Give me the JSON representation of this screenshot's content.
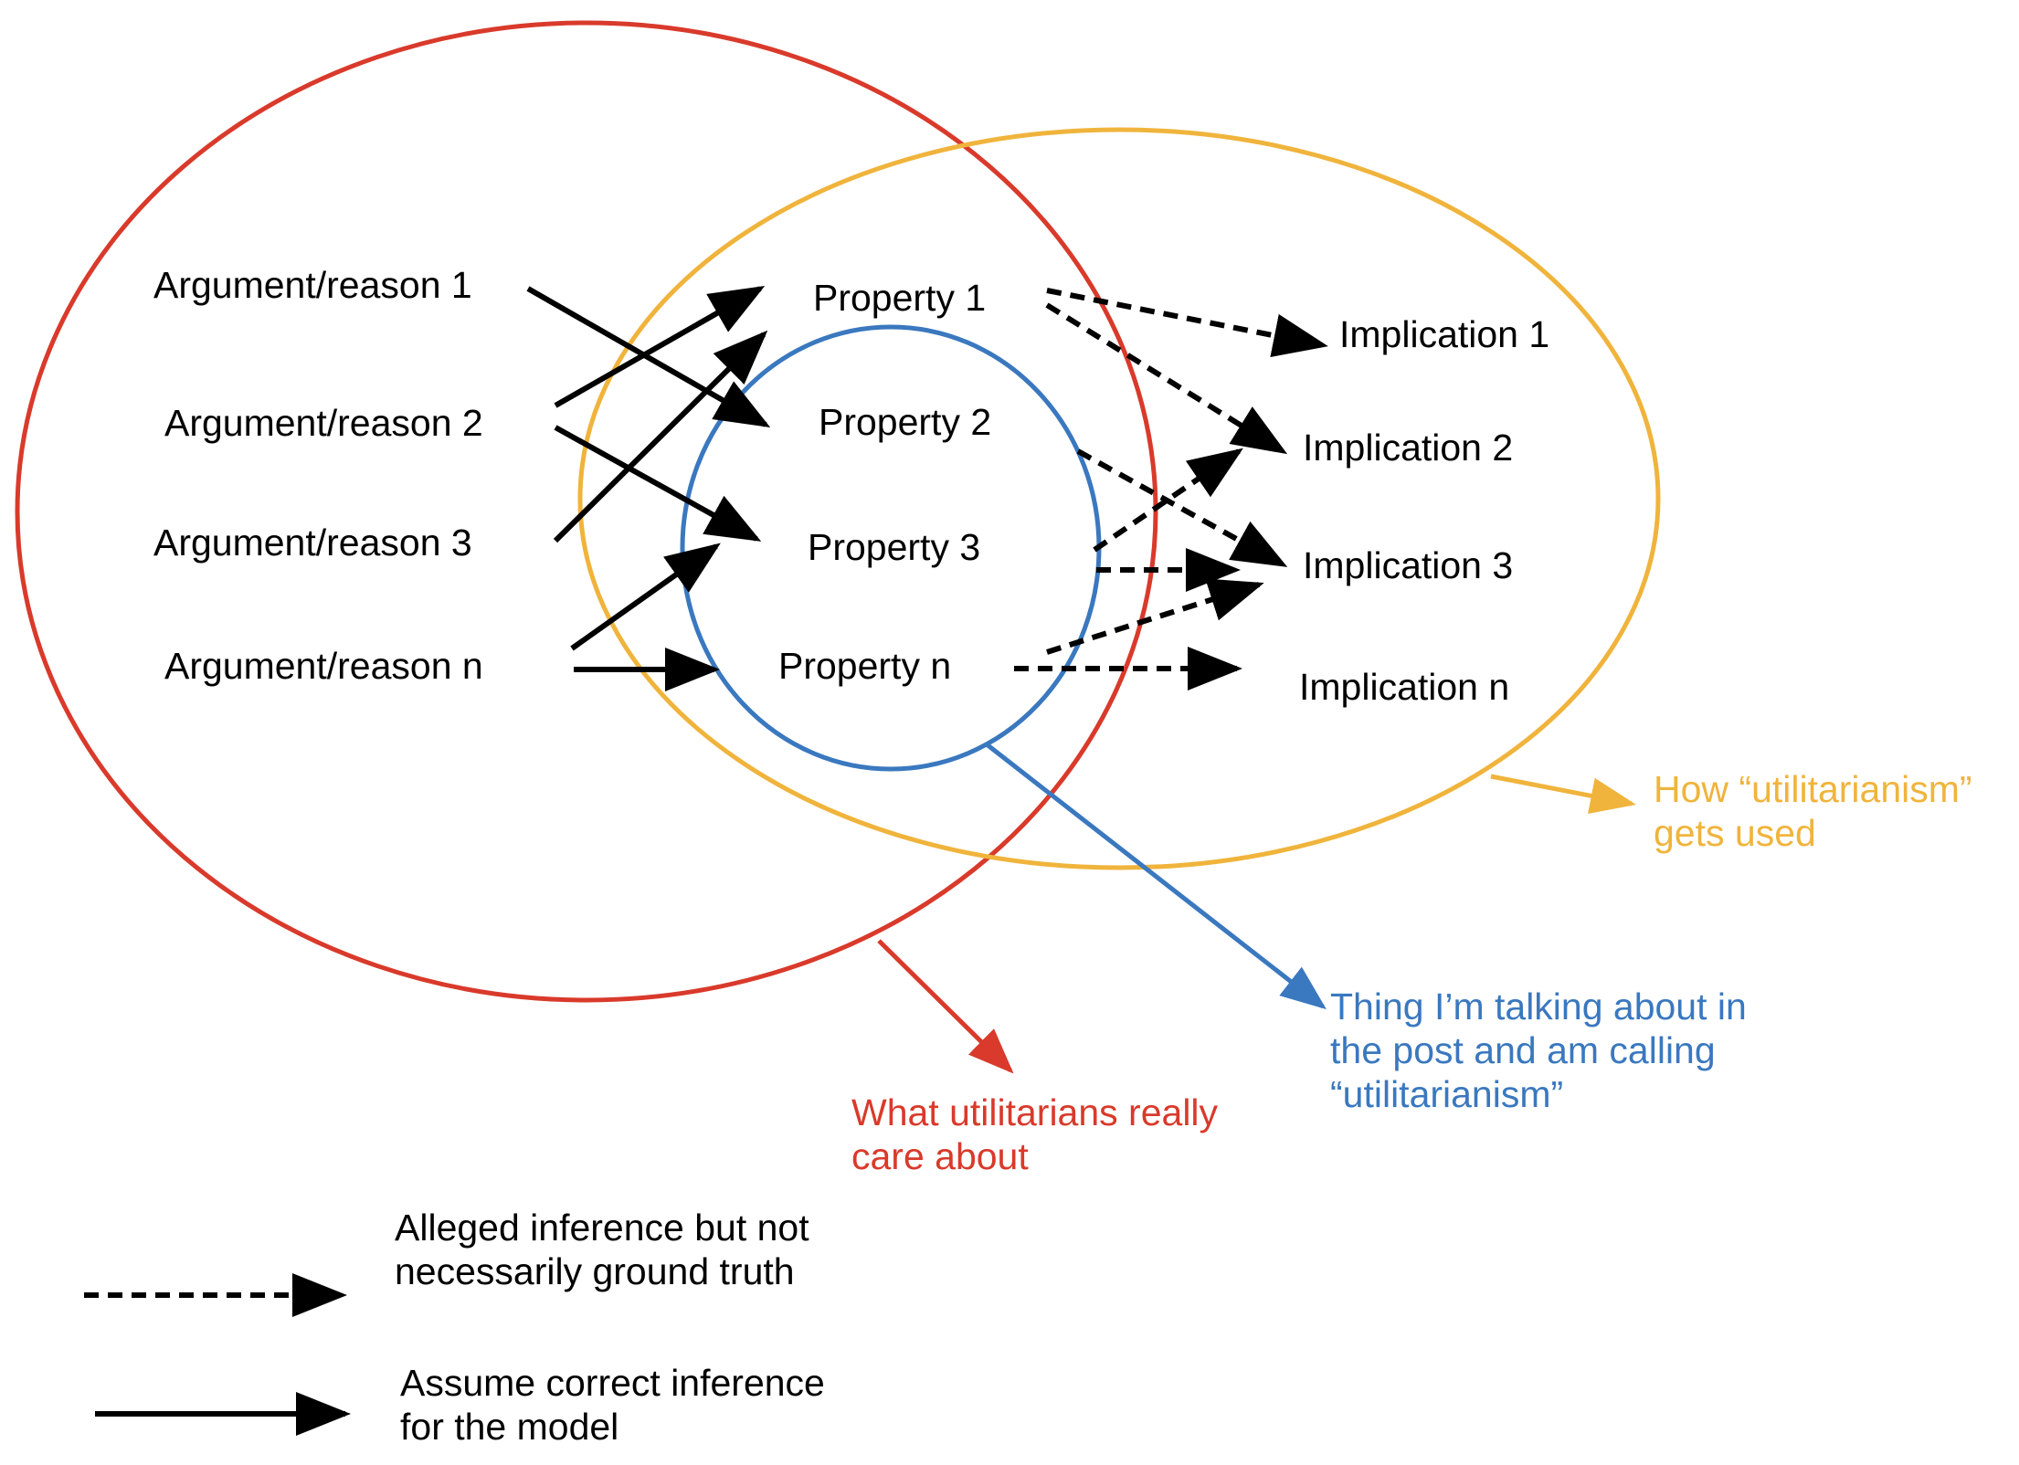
{
  "colors": {
    "red": "#d93a2b",
    "yellow": "#f0b43c",
    "blue": "#3a78bf",
    "black": "#000000"
  },
  "arguments": [
    "Argument/reason 1",
    "Argument/reason 2",
    "Argument/reason 3",
    "Argument/reason n"
  ],
  "properties": [
    "Property 1",
    "Property 2",
    "Property 3",
    "Property n"
  ],
  "implications": [
    "Implication 1",
    "Implication 2",
    "Implication 3",
    "Implication n"
  ],
  "annotations": {
    "red": [
      "What utilitarians really",
      "care about"
    ],
    "yellow": [
      "How “utilitarianism”",
      "gets used"
    ],
    "blue": [
      "Thing I’m talking about in",
      "the post and am calling",
      "“utilitarianism”"
    ]
  },
  "legend": {
    "dashed": [
      "Alleged inference but not",
      "necessarily ground truth"
    ],
    "solid": [
      "Assume correct inference",
      "for the model"
    ]
  }
}
